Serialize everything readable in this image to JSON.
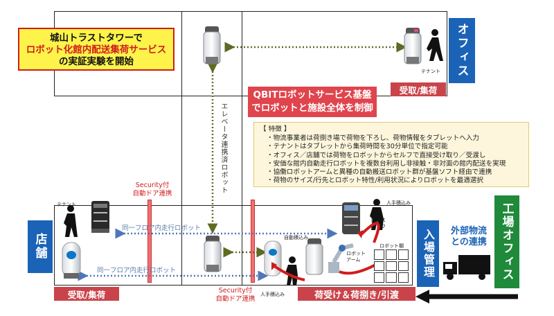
{
  "title": {
    "line1": "城山トラストタワーで",
    "line2": "ロボット化館内配送集荷サービス",
    "line3": "の実証実験を開始"
  },
  "office_label": "オフィス",
  "store_label": "店舗",
  "entry_label": "入場管理",
  "kojo_office_label": "工場オフィス",
  "receive_top": "受取/集荷",
  "receive_bottom": "受取/集荷",
  "sorting_label": "荷受け＆荷捌き/引渡",
  "qbit": {
    "line1": "QBITロボットサービス基盤",
    "line2": "でロボットと施設全体を制御"
  },
  "features": {
    "heading": "【 特徴 】",
    "items": [
      "物流事業者は荷捌き場で荷物を下ろし、荷物情報をタブレットへ入力",
      "テナントはタブレットから集荷時間を30分単位で指定可能",
      "オフィス／店舗では荷物をロボットからセルフで直接受け取り／受渡し",
      "安価な館内自動走行ロボットを複数台利用し非接触・非対面の館内配送を実現",
      "協働ロボットアームと異種の自動搬送ロボット群が基盤ソフト経由で連携",
      "荷物のサイズ/行先とロボット特性/利用状況によりロボットを最適選択"
    ]
  },
  "elevator_label": "エレベータ連携済ロボット",
  "security_top": {
    "line1": "Security付",
    "line2": "自動ドア連携"
  },
  "security_bottom": {
    "line1": "Security付",
    "line2": "自動ドア連携"
  },
  "same_floor_1": "同一フロア内走行ロボット",
  "same_floor_2": "同一フロア内走行ロボット",
  "external_logistics": {
    "line1": "外部物流",
    "line2": "との連携"
  },
  "notes": {
    "tenant_top": "テナント",
    "tenant_left": "テナント",
    "auto_load": "自動積込み",
    "manual_load_top": "人手積込み",
    "manual_load_bottom": "人手積込み",
    "staff": "館内スタッフ",
    "robot_arm": "ロボットアーム",
    "robot_shelf": "ロボット棚"
  },
  "colors": {
    "blue_label": "#1b63b6",
    "green_label": "#1f8a3a",
    "red": "#d01c1c",
    "qbit_red": "#e0444c",
    "title_yellow": "#fdf34a",
    "dotted_green": "#5d6b23",
    "dotted_blue": "#4f77b8"
  }
}
